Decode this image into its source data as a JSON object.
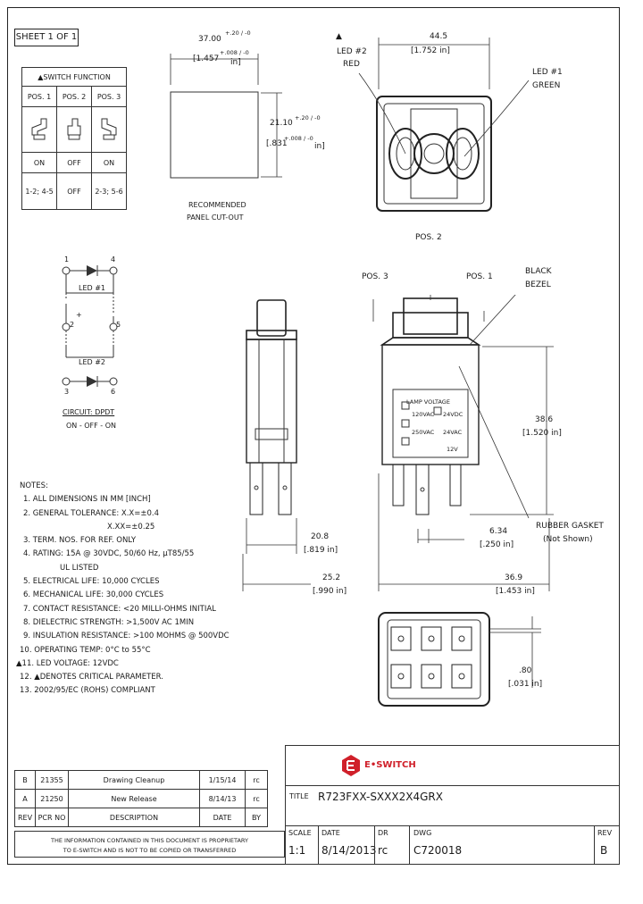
{
  "sheet": "SHEET 1 OF 1",
  "switch_table": {
    "title": "▲SWITCH FUNCTION",
    "headers": [
      "POS. 1",
      "POS. 2",
      "POS. 3"
    ],
    "states": [
      "ON",
      "OFF",
      "ON"
    ],
    "connections": [
      "1-2; 4-5",
      "OFF",
      "2-3; 5-6"
    ]
  },
  "cutout": {
    "width_mm": "37.00",
    "width_tol_mm": "+.20 / -0",
    "width_in": "[1.457",
    "width_tol_in": "+.008 / -0",
    "width_unit": "in]",
    "height_mm": "21.10",
    "height_tol_mm": "+.20 / -0",
    "height_in": "[.831",
    "height_tol_in": "+.008 / -0",
    "height_unit": "in]",
    "caption_line1": "RECOMMENDED",
    "caption_line2": "PANEL CUT-OUT"
  },
  "top_view": {
    "width_mm": "44.5",
    "width_in": "[1.752 in]",
    "led2_label": "LED #2",
    "led2_color": "RED",
    "led1_label": "LED #1",
    "led1_color": "GREEN"
  },
  "circuit": {
    "terminals": [
      "1",
      "2",
      "3",
      "4",
      "5",
      "6"
    ],
    "plus": "+",
    "led1": "LED #1",
    "led2": "LED #2",
    "caption": "CIRCUIT: DPDT",
    "sequence": "ON - OFF - ON"
  },
  "side_view": {
    "pos2": "POS. 2",
    "pos3": "POS. 3",
    "pos1": "POS. 1",
    "bezel_line1": "BLACK",
    "bezel_line2": "BEZEL",
    "lamp_voltage": "LAMP VOLTAGE",
    "volt_labels": [
      "120VAC",
      "24VDC",
      "250VAC",
      "24VAC",
      "12V"
    ],
    "height_mm": "38.6",
    "height_in": "[1.520 in]",
    "gasket_line1": "RUBBER GASKET",
    "gasket_line2": "(Not Shown)",
    "term_mm": "6.34",
    "term_in": "[.250 in]",
    "depth_mm": "20.8",
    "depth_in": "[.819 in]",
    "body_mm": "25.2",
    "body_in": "[.990 in]",
    "total_mm": "36.9",
    "total_in": "[1.453 in]"
  },
  "bottom_view": {
    "dim_mm": ".80",
    "dim_in": "[.031 in]"
  },
  "notes": {
    "title": "NOTES:",
    "items": [
      "1. ALL DIMENSIONS IN MM [INCH]",
      "2. GENERAL TOLERANCE: X.X=±0.4",
      "X.XX=±0.25",
      "3. TERM. NOS. FOR REF. ONLY",
      "4. RATING: 15A @ 30VDC, 50/60 Hz, μT85/55",
      "UL LISTED",
      "5. ELECTRICAL LIFE: 10,000 CYCLES",
      "6. MECHANICAL LIFE: 30,000 CYCLES",
      "7. CONTACT RESISTANCE: <20 MILLI-OHMS INITIAL",
      "8. DIELECTRIC STRENGTH: >1,500V AC 1MIN",
      "9. INSULATION RESISTANCE: >100 MOHMS @ 500VDC",
      "10. OPERATING TEMP: 0°C to 55°C",
      "▲11. LED VOLTAGE: 12VDC",
      "12. ▲DENOTES CRITICAL PARAMETER.",
      "13. 2002/95/EC (ROHS) COMPLIANT"
    ]
  },
  "revisions": {
    "headers": [
      "REV",
      "PCR NO",
      "DESCRIPTION",
      "DATE",
      "BY"
    ],
    "rows": [
      [
        "B",
        "21355",
        "Drawing Cleanup",
        "1/15/14",
        "rc"
      ],
      [
        "A",
        "21250",
        "New Release",
        "8/14/13",
        "rc"
      ]
    ]
  },
  "disclaimer_line1": "THE INFORMATION CONTAINED IN THIS DOCUMENT IS PROPRIETARY",
  "disclaimer_line2": "TO E-SWITCH AND IS NOT TO BE COPIED OR TRANSFERRED",
  "title_block": {
    "brand": "E•SWITCH",
    "title_label": "TITLE",
    "title": "R723FXX-SXXX2X4GRX",
    "scale_label": "SCALE",
    "scale": "1:1",
    "date_label": "DATE",
    "date": "8/14/2013",
    "dr_label": "DR",
    "dr": "rc",
    "dwg_label": "DWG",
    "dwg": "C720018",
    "rev_label": "REV",
    "rev": "B"
  },
  "colors": {
    "ink": "#1a1a1a",
    "brand_red": "#d0202a"
  }
}
